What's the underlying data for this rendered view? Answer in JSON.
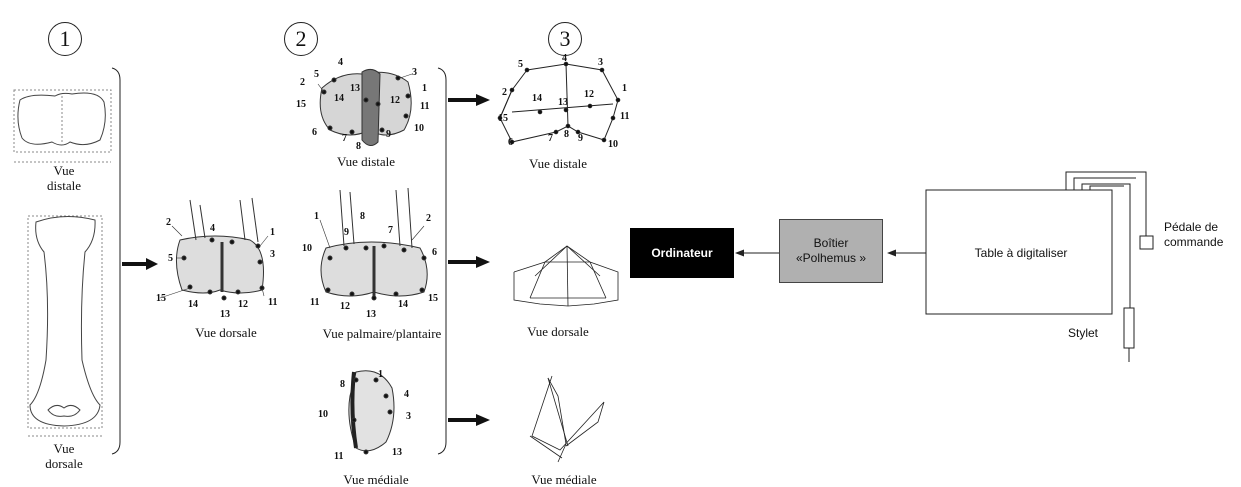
{
  "steps": [
    "1",
    "2",
    "3"
  ],
  "step1": {
    "distal_caption": "Vue\ndistale",
    "dorsal_caption": "Vue\ndorsale"
  },
  "step2": {
    "dorsal_caption": "Vue dorsale",
    "distal_caption": "Vue distale",
    "palmar_caption": "Vue palmaire/plantaire",
    "medial_caption": "Vue médiale"
  },
  "step3": {
    "distal_caption": "Vue distale",
    "dorsal_caption": "Vue dorsale",
    "medial_caption": "Vue médiale"
  },
  "digitizer": {
    "computer_label": "Ordinateur",
    "box_label": "Boîtier\n«Polhemus »",
    "table_label": "Table à digitaliser",
    "pedal_label": "Pédale de\ncommande",
    "stylus_label": "Stylet"
  },
  "colors": {
    "computer_bg": "#000000",
    "computer_fg": "#ffffff",
    "polhemus_bg": "#b0b0b0",
    "line": "#222222"
  },
  "landmarks": {
    "dorsal_view": [
      "2",
      "4",
      "1",
      "5",
      "3",
      "15",
      "14",
      "13",
      "12",
      "11"
    ],
    "distal_view": [
      "4",
      "5",
      "3",
      "2",
      "1",
      "15",
      "14",
      "13",
      "12",
      "11",
      "6",
      "7",
      "9",
      "10",
      "8"
    ],
    "palmar_view": [
      "1",
      "9",
      "8",
      "7",
      "2",
      "10",
      "6",
      "11",
      "12",
      "13",
      "14",
      "15"
    ],
    "medial_view": [
      "1",
      "8",
      "4",
      "3",
      "10",
      "11",
      "13"
    ],
    "model_distal": [
      "5",
      "4",
      "3",
      "1",
      "2",
      "14",
      "13",
      "12",
      "15",
      "11",
      "6",
      "7",
      "8",
      "9",
      "10"
    ]
  }
}
